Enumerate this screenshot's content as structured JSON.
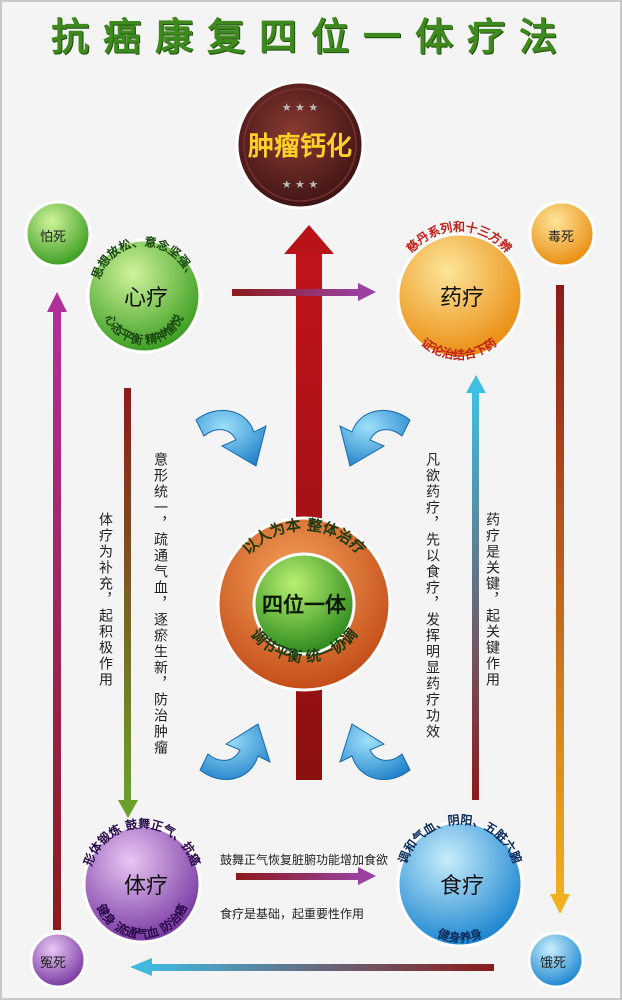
{
  "title": "抗癌康复四位一体疗法",
  "top_node": "肿瘤钙化",
  "center": {
    "label": "四位一体",
    "ring_top": "以人为本 整体治疗",
    "ring_bottom": "调节平衡 统一协调"
  },
  "nodes": {
    "xin": {
      "label": "心疗",
      "ring_top": "思想放松、意念坚强、",
      "ring_bottom": "心态平衡 精神愉悦"
    },
    "yao": {
      "label": "药疗",
      "ring_top": "慈丹系列和十三方辨",
      "ring_bottom": "证论治结合下药"
    },
    "ti": {
      "label": "体疗",
      "ring_top": "形体锻炼 鼓舞正气、抗癌",
      "ring_bottom": "健身 流通气血 防治癌"
    },
    "shi": {
      "label": "食疗",
      "ring_top": "调和气血、阴阳、五脏六腑",
      "ring_bottom": "健身养身"
    }
  },
  "corners": {
    "pa": "怕死",
    "du": "毒死",
    "yuan": "冤死",
    "e": "饿死"
  },
  "texts": {
    "ti_role": "体疗为补充，起积极作用",
    "xin_effect": "意形统一，疏通气血，逐瘀生新，防治肿瘤",
    "shi_pre": "凡欲药疗，先以食疗，发挥明显药疗功效",
    "yao_role": "药疗是关键，起关键作用",
    "bottom_top": "鼓舞正气恢复脏腑功能增加食欲",
    "bottom_bottom": "食疗是基础，起重要性作用"
  },
  "colors": {
    "title_green": "#3f8a1e",
    "dark_red": "#8b1a1a",
    "center_ring": "#e0692a",
    "center_core": "#4caf32",
    "xin_green": "#5cbf3a",
    "yao_orange": "#f5a623",
    "ti_purple": "#8a4fb0",
    "shi_blue": "#3aa0e0",
    "top_maroon": "#5a1e1e"
  }
}
